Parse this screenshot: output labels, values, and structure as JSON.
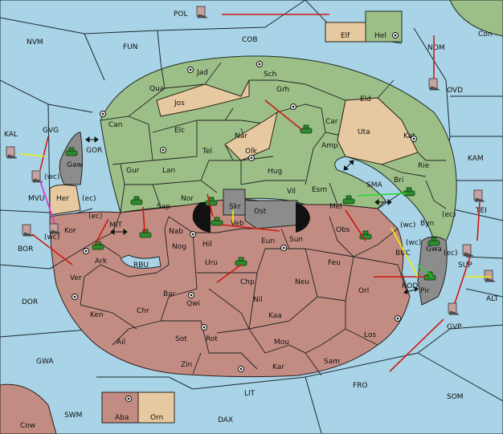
{
  "sea_regions": [
    {
      "id": "POL",
      "label": "POL"
    },
    {
      "id": "NVM",
      "label": "NVM"
    },
    {
      "id": "FUN",
      "label": "FUN"
    },
    {
      "id": "COB",
      "label": "COB"
    },
    {
      "id": "NOM",
      "label": "NOM"
    },
    {
      "id": "Con",
      "label": "Con"
    },
    {
      "id": "OVD",
      "label": "OVD"
    },
    {
      "id": "KAL",
      "label": "KAL"
    },
    {
      "id": "GVG",
      "label": "GVG"
    },
    {
      "id": "GOR",
      "label": "GOR"
    },
    {
      "id": "KAM",
      "label": "KAM"
    },
    {
      "id": "SMA",
      "label": "SMA"
    },
    {
      "id": "MVU",
      "label": "MVU"
    },
    {
      "id": "BOR",
      "label": "BOR"
    },
    {
      "id": "MIT",
      "label": "MIT"
    },
    {
      "id": "RBU",
      "label": "RBU"
    },
    {
      "id": "TEI",
      "label": "TEI"
    },
    {
      "id": "BUC",
      "label": "BUC"
    },
    {
      "id": "SUP",
      "label": "SUP"
    },
    {
      "id": "ALT",
      "label": "ALT"
    },
    {
      "id": "ROD",
      "label": "ROD"
    },
    {
      "id": "DOR",
      "label": "DOR"
    },
    {
      "id": "GVP",
      "label": "GVP"
    },
    {
      "id": "GWA",
      "label": "GWA"
    },
    {
      "id": "FRO",
      "label": "FRO"
    },
    {
      "id": "SOM",
      "label": "SOM"
    },
    {
      "id": "LIT",
      "label": "LIT"
    },
    {
      "id": "SWM",
      "label": "SWM"
    },
    {
      "id": "DAX",
      "label": "DAX"
    },
    {
      "id": "Cow",
      "label": "Cow"
    }
  ],
  "land_regions": {
    "green": [
      "Jad",
      "Sch",
      "Qua",
      "Grh",
      "Can",
      "Eld",
      "Car",
      "Elc",
      "Nar",
      "Amp",
      "Tel",
      "Olk",
      "Kat",
      "Gur",
      "Lan",
      "Hug",
      "Rie",
      "Nor",
      "Vil",
      "Esm",
      "Bri",
      "Sap",
      "Mel",
      "Byn"
    ],
    "tan": [
      "Elf",
      "Jos",
      "Uta",
      "Her",
      "Orn"
    ],
    "red": [
      "Hel",
      "Kor",
      "Ark",
      "Nab",
      "Hil",
      "Sun",
      "Obs",
      "Nog",
      "Uru",
      "Feu",
      "Chp",
      "Neu",
      "Bar",
      "Qwi",
      "Nil",
      "Orl",
      "Ver",
      "Kaa",
      "Ken",
      "Chr",
      "Los",
      "Ail",
      "Sot",
      "Rot",
      "Mou",
      "Zin",
      "Kar",
      "Sam",
      "Aba"
    ],
    "grey": [
      "Gaw",
      "Skr",
      "Ost",
      "Pir"
    ],
    "sub_labels": [
      "Veb",
      "Eun",
      "Gwa"
    ]
  },
  "coast_tags": [
    "(wc)",
    "(ec)",
    "(ec)",
    "(wc)",
    "(wc)",
    "(wc)",
    "(ec)",
    "(ec)"
  ],
  "colors": {
    "sea": "#a9d3e6",
    "green": "#9cbf88",
    "red": "#c28c82",
    "tan": "#e6c9a0",
    "grey": "#8c8c8c",
    "order_move": "#cc1a10",
    "order_support": "#f2f200",
    "order_convoy": "#22dd22"
  },
  "icons": [
    "fleet-icon",
    "army-icon",
    "supply-center-icon",
    "double-arrow-icon"
  ]
}
